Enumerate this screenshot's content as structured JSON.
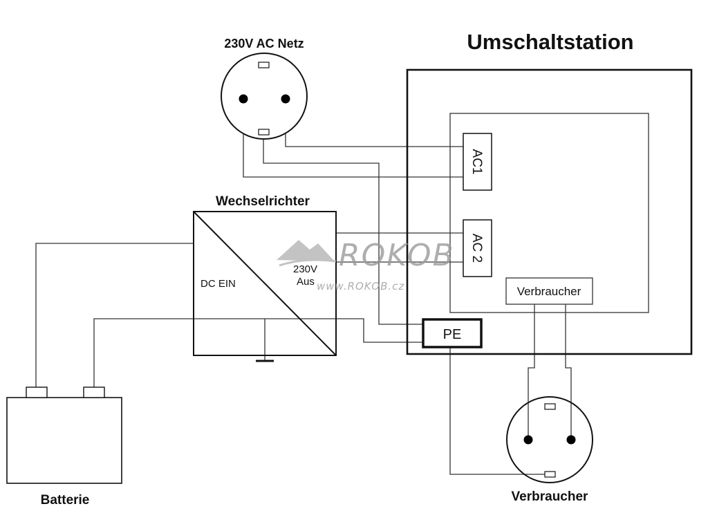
{
  "labels": {
    "netz": "230V AC Netz",
    "station": "Umschaltstation",
    "inverter": "Wechselrichter",
    "dc_in": "DC EIN",
    "ac_out_top": "230V",
    "ac_out_bottom": "Aus",
    "ac1": "AC1",
    "ac2": "AC 2",
    "consumer_box": "Verbraucher",
    "pe": "PE",
    "battery": "Batterie",
    "consumer": "Verbraucher"
  },
  "watermark": {
    "brand": "ROKOB",
    "url": "www.ROKOB.cz"
  }
}
